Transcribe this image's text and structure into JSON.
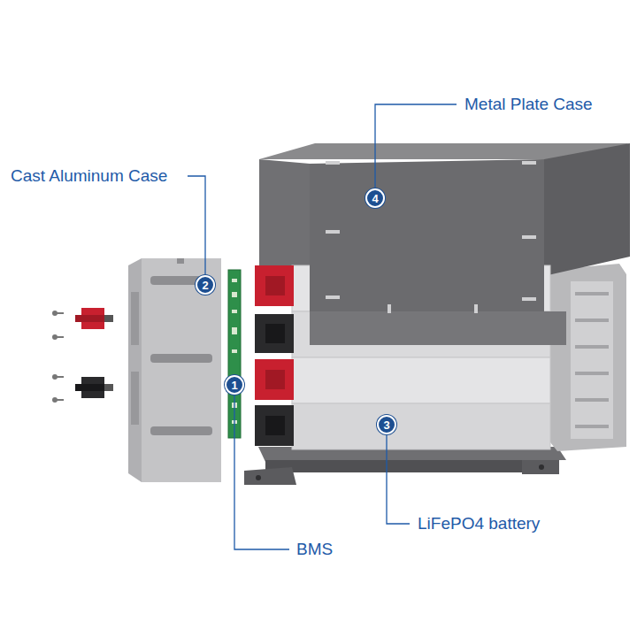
{
  "diagram": {
    "nodes": [
      {
        "text": [
          "4"
        ]
      },
      {
        "text": [
          "2"
        ]
      },
      {
        "text": [
          "1"
        ]
      },
      {
        "text": [
          "3"
        ]
      }
    ],
    "labels": [
      "Metal Plate Case",
      "Cast Aluminum Case",
      "BMS",
      "LiFePO4 battery"
    ]
  }
}
